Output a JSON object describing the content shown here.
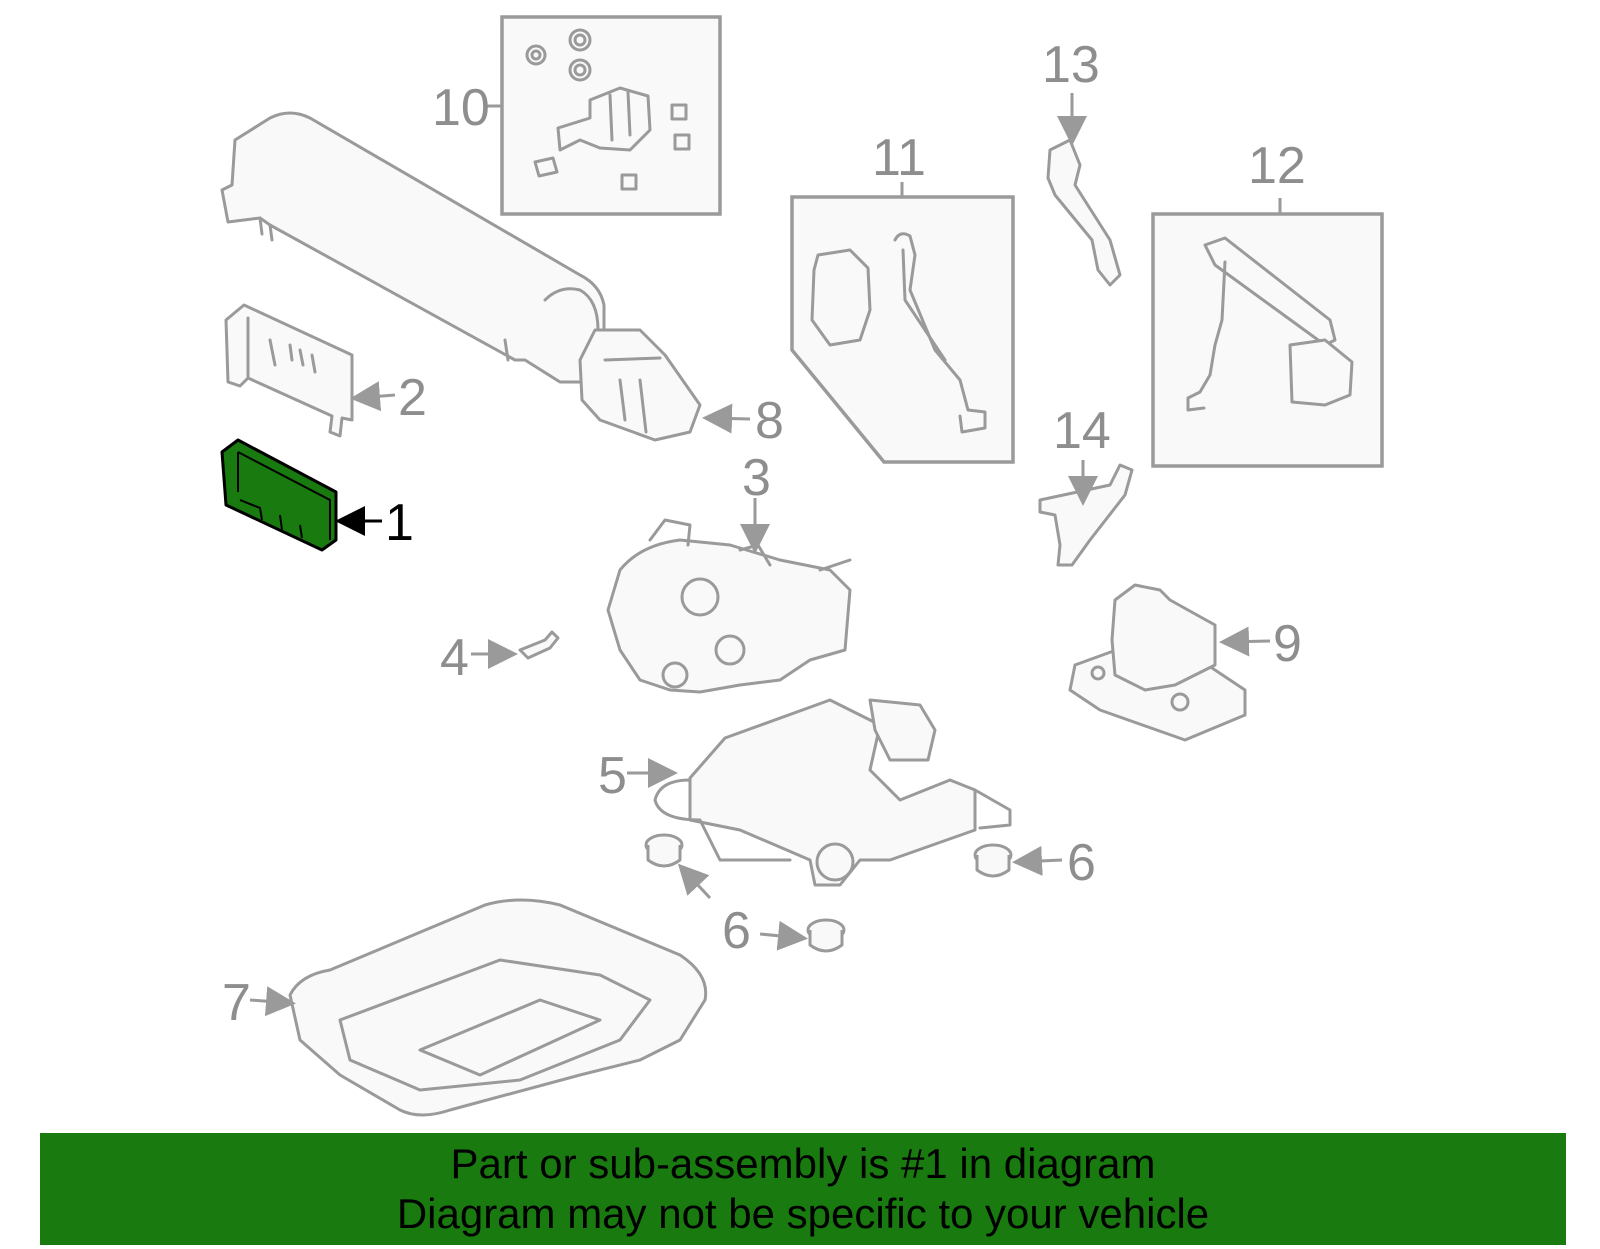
{
  "callouts": {
    "c1": "1",
    "c2": "2",
    "c3": "3",
    "c4": "4",
    "c5": "5",
    "c6a": "6",
    "c6b": "6",
    "c6c": "6",
    "c7": "7",
    "c8": "8",
    "c9": "9",
    "c10": "10",
    "c11": "11",
    "c12": "12",
    "c13": "13",
    "c14": "14"
  },
  "highlighted_part": "1",
  "colors": {
    "highlight": "#187a0f",
    "line_art": "#9a9a9a",
    "banner": "#187a0f"
  },
  "banner": {
    "line1": "Part or sub-assembly is #1 in diagram",
    "line2": "Diagram may not be specific to your vehicle"
  }
}
